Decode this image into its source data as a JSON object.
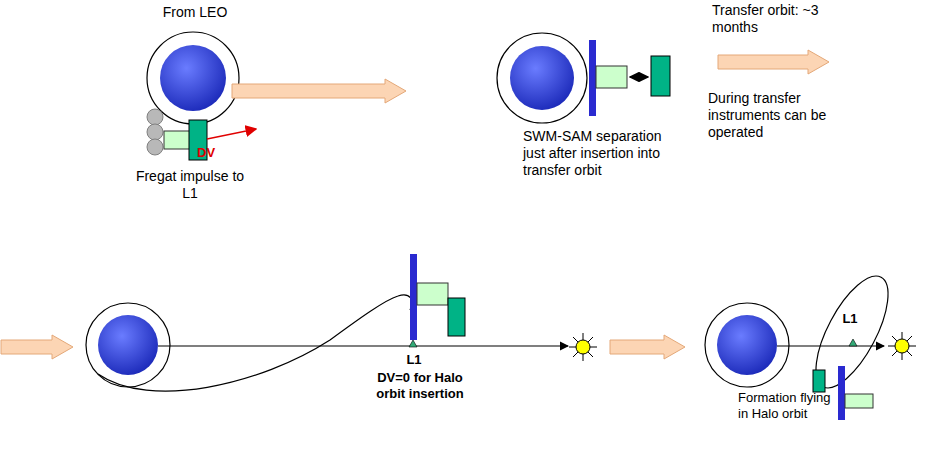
{
  "diagram": {
    "labels": [
      "From LEO",
      "DV",
      "Fregat impulse to L1",
      "SWM-SAM separation just after insertion into transfer orbit",
      "Transfer orbit: ~3 months",
      "During transfer instruments can be operated",
      "L1",
      "DV=0 for Halo orbit insertion",
      "Formation flying in Halo orbit",
      "L1"
    ]
  }
}
